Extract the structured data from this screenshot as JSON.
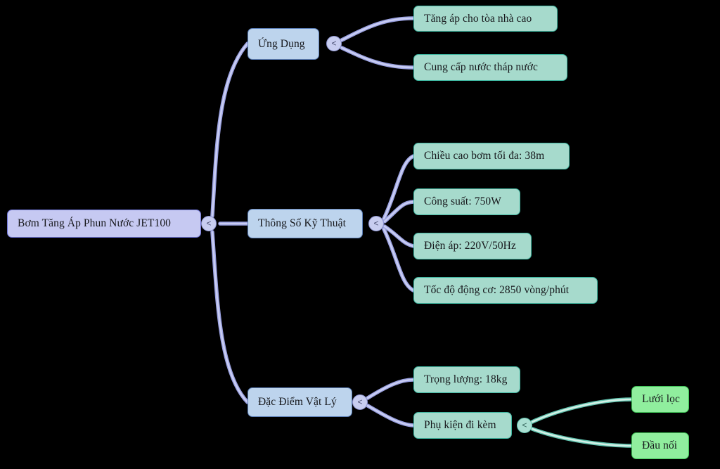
{
  "diagram": {
    "title": "Bơm Tăng Áp Phun Nước JET100",
    "background_color": "#000000",
    "type": "mind-map",
    "colors": {
      "root_fill": "#c6c9f2",
      "root_border": "#6f74d6",
      "branch_fill": "#bdd4ed",
      "branch_border": "#5c7fb8",
      "leaf_fill": "#a6dacc",
      "leaf_border": "#3fb7a1",
      "leaf2_fill": "#90ee9e",
      "leaf2_border": "#3fc457",
      "edge_blue": "#c9cdf3",
      "edge_blue_stroke": "#9aa1e0",
      "edge_green": "#b3e2d6",
      "edge_green_stroke": "#62c4b0",
      "text": "#16171b"
    },
    "handle_glyph": "<"
  },
  "nodes": {
    "root": {
      "label": "Bơm Tăng Áp Phun Nước JET100"
    },
    "branch_applications": {
      "label": "Ứng Dụng"
    },
    "branch_specs": {
      "label": "Thông Số Kỹ Thuật"
    },
    "branch_physical": {
      "label": "Đặc Điểm Vật Lý"
    },
    "applications": [
      {
        "label": "Tăng áp cho tòa nhà cao"
      },
      {
        "label": "Cung cấp nước tháp nước"
      }
    ],
    "specs": [
      {
        "label": "Chiều cao bơm tối đa: 38m"
      },
      {
        "label": "Công suất: 750W"
      },
      {
        "label": "Điện áp: 220V/50Hz"
      },
      {
        "label": "Tốc độ động cơ: 2850 vòng/phút"
      }
    ],
    "physical": [
      {
        "label": "Trọng lượng: 18kg"
      },
      {
        "label": "Phụ kiện đi kèm"
      }
    ],
    "accessories": [
      {
        "label": "Lưới lọc"
      },
      {
        "label": "Đầu nối"
      }
    ]
  }
}
